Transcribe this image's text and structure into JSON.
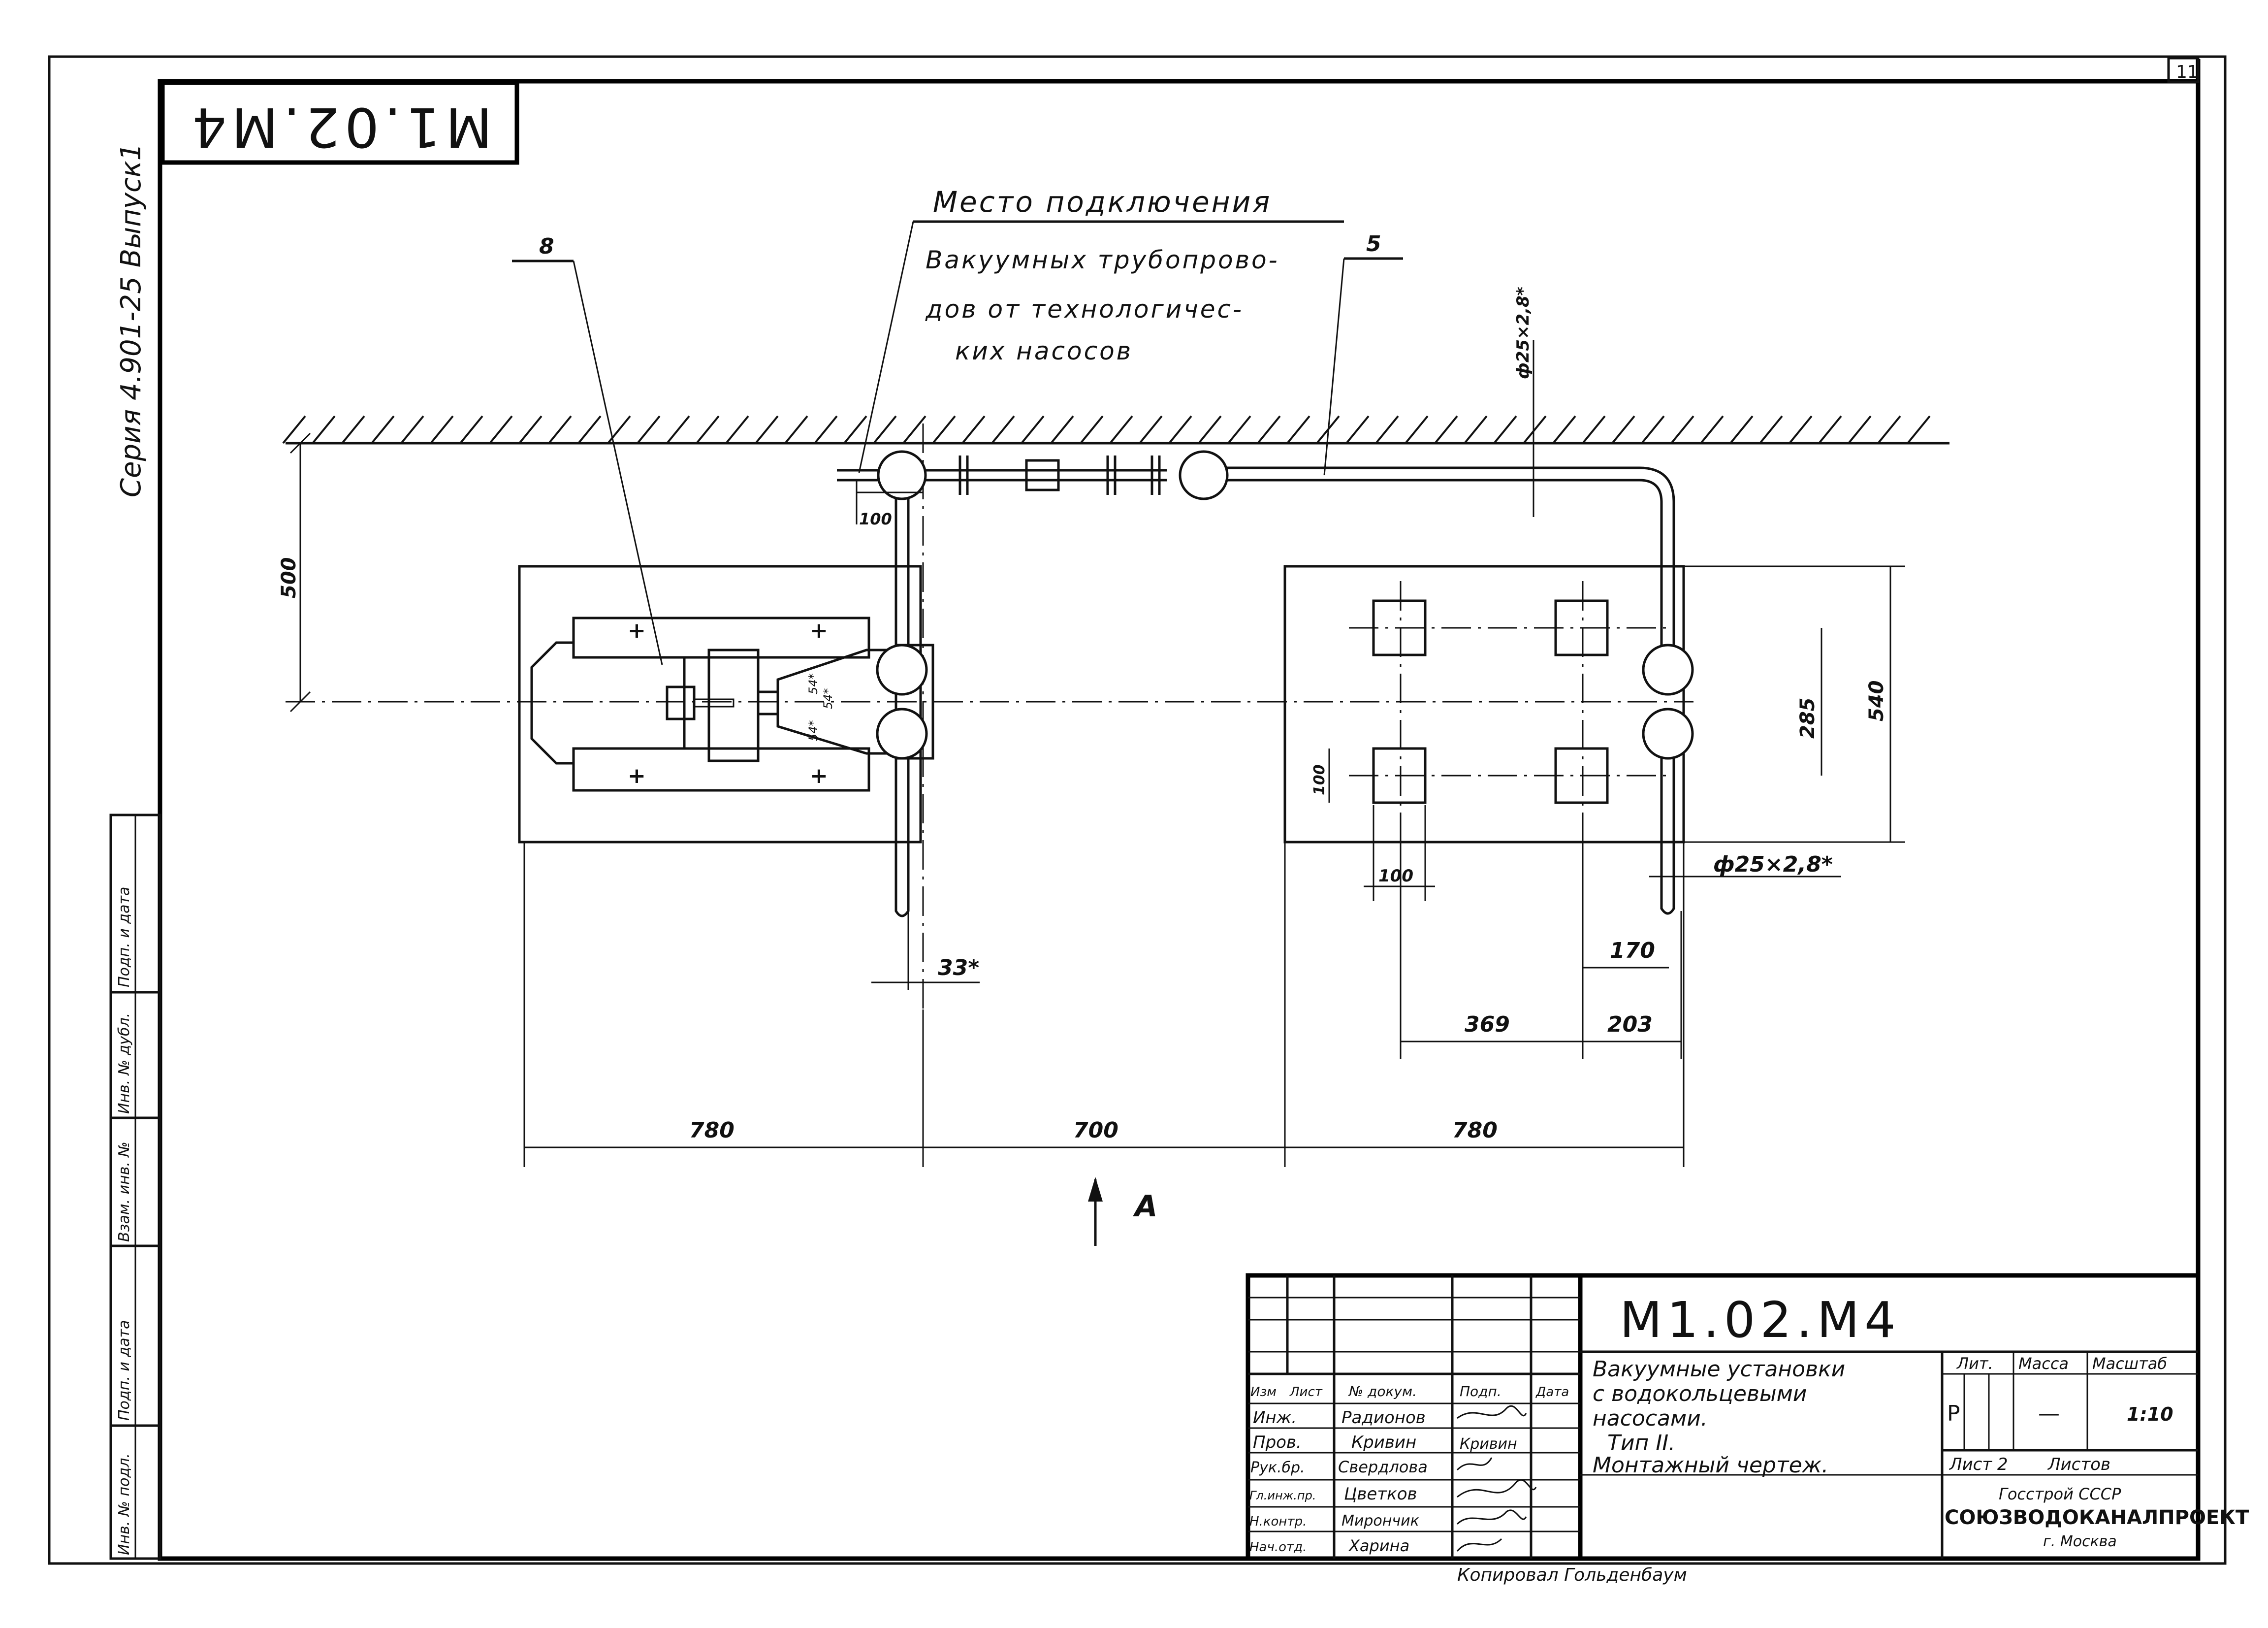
{
  "sheet_corner": "11",
  "stamp_code_rotated": "M1.02.M4",
  "series_label": "Серия 4.901-25 Выпуск1",
  "side_stamp_labels": [
    "Подп. и дата",
    "Инв. № дубл.",
    "Взам. инв. №",
    "Подп. и дата",
    "Инв. № подл."
  ],
  "callouts": {
    "item_8": "8",
    "item_5": "5",
    "connection_title": "Место подключения",
    "connection_lines": [
      "Вакуумных трубопрово-",
      "дов от технологичес-",
      "ких насосов"
    ]
  },
  "dimensions": {
    "d500": "500",
    "d100_top": "100",
    "pipe_top": "ф25×2,8*",
    "d540": "540",
    "d285": "285",
    "d100_left": "100",
    "d100_bottom": "100",
    "pipe_bottom": "ф25×2,8*",
    "d54_a": "54*",
    "d54_b": "54*",
    "d54_c": "54*",
    "d33": "33*",
    "d170": "170",
    "d369": "369",
    "d203": "203",
    "d780_left": "780",
    "d700": "700",
    "d780_right": "780",
    "view_a": "А"
  },
  "title_block": {
    "code": "М1.02.М4",
    "title_lines": [
      "Вакуумные установки",
      "с водокольцевыми",
      "насосами.",
      "Тип II.",
      "Монтажный чертеж."
    ],
    "col_headers": [
      "Изм",
      "Лист",
      "№ докум.",
      "Подп.",
      "Дата"
    ],
    "people": [
      {
        "role": "Инж.",
        "name": "Радионов"
      },
      {
        "role": "Пров.",
        "name": "Кривин"
      },
      {
        "role": "Рук.бр.",
        "name": "Свердлова"
      },
      {
        "role": "Гл.инж.пр.",
        "name": "Цветков"
      },
      {
        "role": "Н.контр.",
        "name": "Мирончик"
      },
      {
        "role": "Нач.отд.",
        "name": "Харина"
      }
    ],
    "signatures": [
      "Кривин"
    ],
    "lit_header": "Лит.",
    "mass_header": "Масса",
    "scale_header": "Масштаб",
    "lit_value": "Р",
    "mass_value": "—",
    "scale_value": "1:10",
    "sheet": "Лист 2",
    "sheets": "Листов",
    "org_line1": "Госстрой СССР",
    "org_line2": "СОЮЗВОДОКАНАЛПРОЕКТ",
    "org_line3": "г. Москва"
  },
  "copied_by": "Копировал Гольденбаум"
}
